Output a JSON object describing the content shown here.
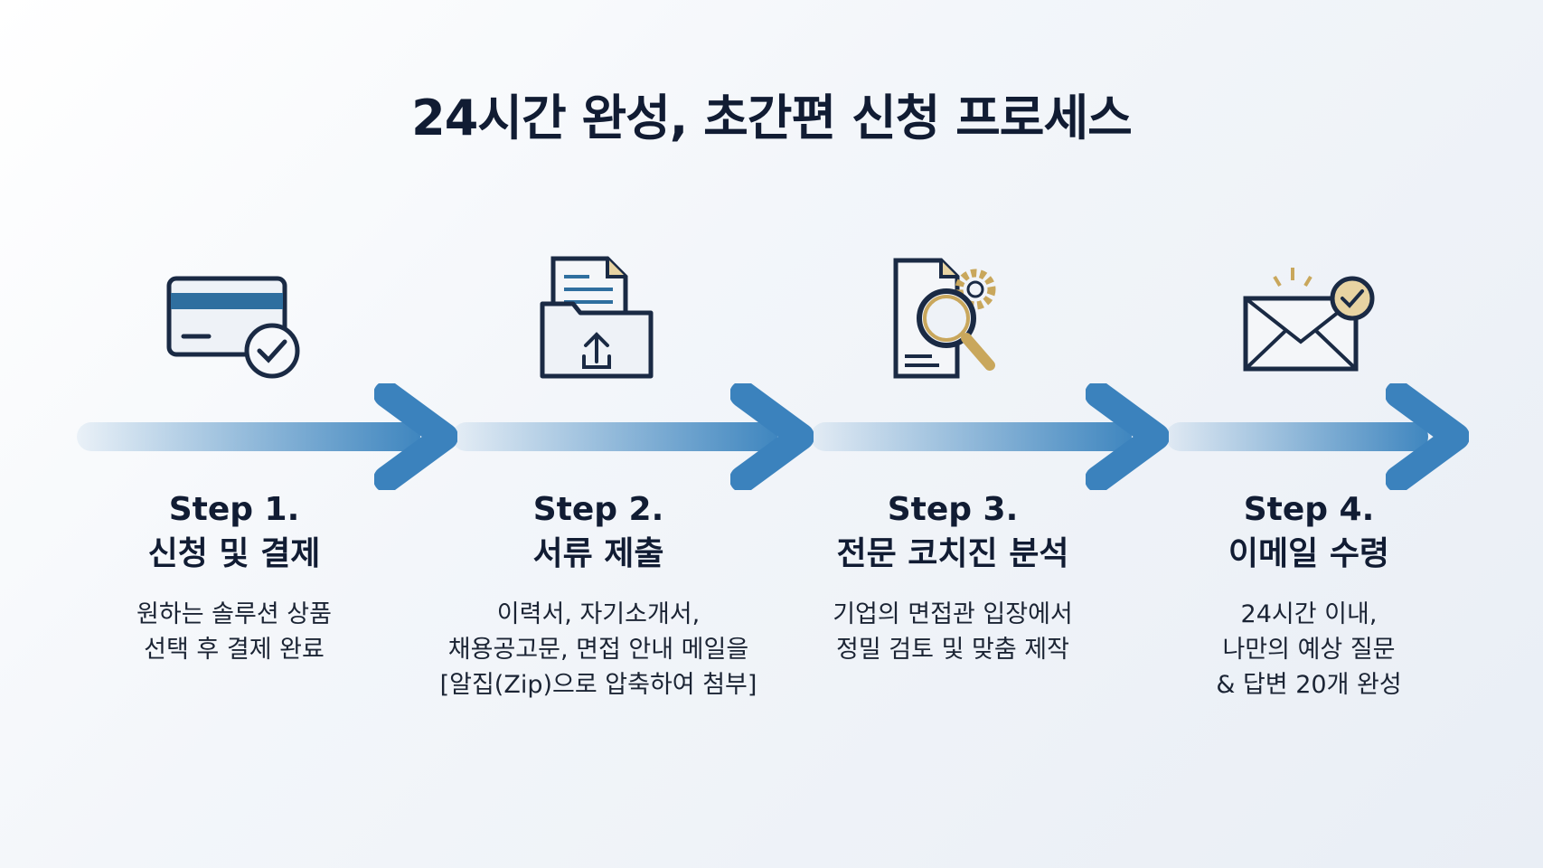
{
  "title": "24시간 완성, 초간편 신청 프로세스",
  "colors": {
    "arrow": "#3b82bd",
    "navy": "#1a2a44",
    "gold": "#c9a75c",
    "card_stripe": "#2f6f9f"
  },
  "steps": [
    {
      "label": "Step 1.",
      "title": "신청 및 결제",
      "icon": "credit-card-check-icon",
      "desc": [
        "원하는 솔루션 상품",
        "선택 후 결제 완료"
      ]
    },
    {
      "label": "Step 2.",
      "title": "서류 제출",
      "icon": "folder-upload-icon",
      "desc": [
        "이력서, 자기소개서,",
        "채용공고문, 면접 안내 메일을",
        "[알집(Zip)으로 압축하여 첨부]"
      ]
    },
    {
      "label": "Step 3.",
      "title": "전문 코치진 분석",
      "icon": "document-magnifier-gear-icon",
      "desc": [
        "기업의 면접관 입장에서",
        "정밀 검토 및 맞춤 제작"
      ]
    },
    {
      "label": "Step 4.",
      "title": "이메일 수령",
      "icon": "envelope-check-icon",
      "desc": [
        "24시간 이내,",
        "나만의 예상 질문",
        "& 답변 20개 완성"
      ]
    }
  ]
}
